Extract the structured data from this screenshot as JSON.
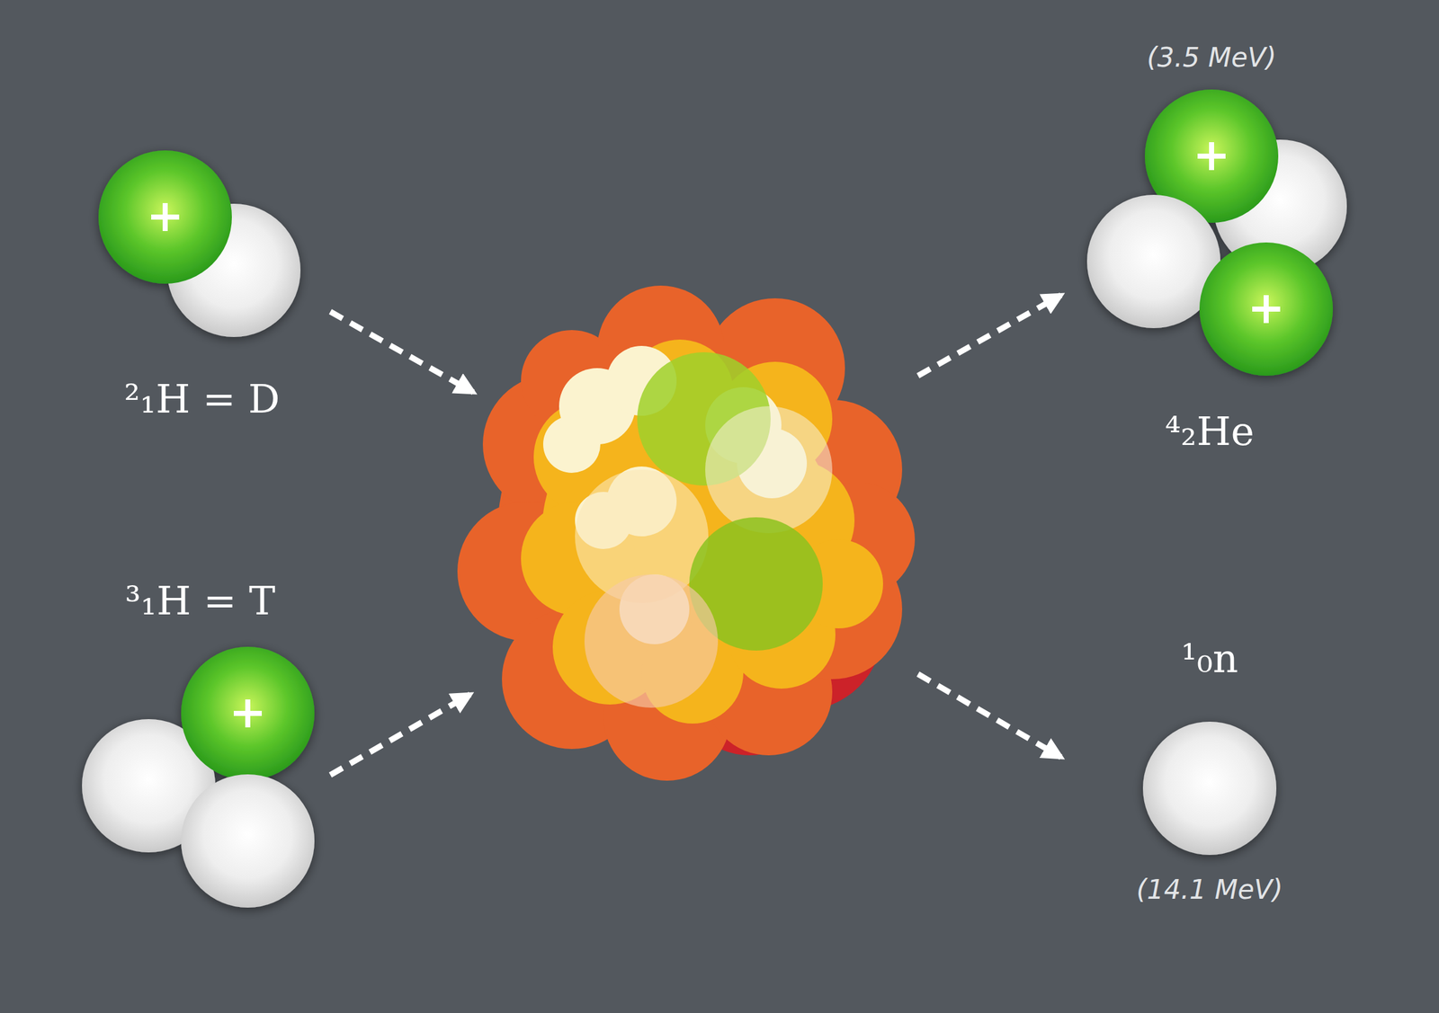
{
  "diagram": {
    "nodes": [
      {
        "text": [
          "²₁H = D"
        ]
      },
      {
        "text": [
          "³₁H = T"
        ]
      },
      {
        "text": [
          "(3.5 MeV)",
          "⁴₂He"
        ]
      },
      {
        "text": [
          "¹₀n",
          "(14.1 MeV)"
        ]
      }
    ]
  }
}
